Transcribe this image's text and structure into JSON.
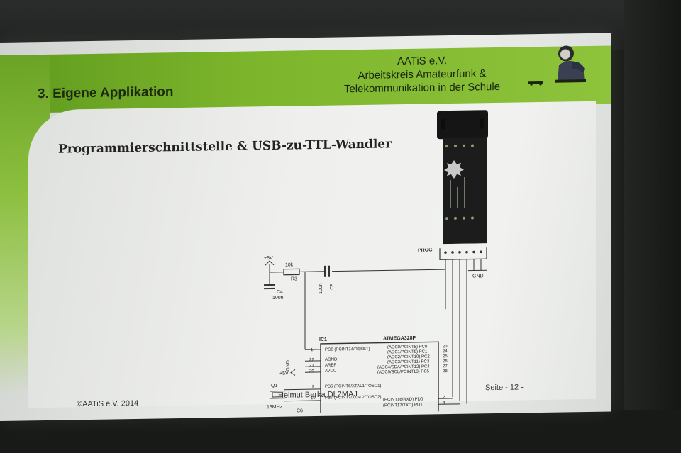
{
  "slide": {
    "section_title": "3. Eigene Applikation",
    "org_line1": "AATiS e.V.",
    "org_line2": "Arbeitskreis Amateurfunk &",
    "org_line3": "Telekommunikation in der Schule",
    "title": "Programmierschnittstelle & USB-zu-TTL-Wandler",
    "footer_left": "©AATiS e.V. 2014",
    "footer_mid": "Helmut Berka DL2MAJ",
    "footer_right": "Seite - 12 -"
  },
  "schematic": {
    "plus5v_top": "+5V",
    "r3_value": "10k",
    "r3_name": "R3",
    "c4_name": "C4",
    "c4_value": "100n",
    "c5_value": "100n",
    "c5_name": "C5",
    "prog_label": "PROG",
    "gnd_label": "GND",
    "ic_name": "IC1",
    "ic_part": "ATMEGA328P",
    "gnd_small": "GND",
    "plus5v_left": "+5V",
    "q1": "Q1",
    "crystal": "16MHz",
    "c6": "C6",
    "pins_left": [
      {
        "num": "1",
        "label": "PC6 (PCINT14/RESET)"
      },
      {
        "num": "22",
        "label": "AGND"
      },
      {
        "num": "21",
        "label": "AREF"
      },
      {
        "num": "20",
        "label": "AVCC"
      },
      {
        "num": "9",
        "label": "PB6 (PCINT6/XTAL1/TOSC1)"
      },
      {
        "num": "10",
        "label": "PB7 (PCINT7/XTAL2/TOSC2)"
      }
    ],
    "pins_right": [
      {
        "num": "23",
        "label": "(ADC0/PCINT8) PC0"
      },
      {
        "num": "24",
        "label": "(ADC1/PCINT9) PC1"
      },
      {
        "num": "25",
        "label": "(ADC2/PCINT10) PC2"
      },
      {
        "num": "26",
        "label": "(ADC3/PCINT11) PC3"
      },
      {
        "num": "27",
        "label": "(ADC4/SDA/PCINT12) PC4"
      },
      {
        "num": "28",
        "label": "(ADC5/SCL/PCINT13) PC5"
      },
      {
        "num": "2",
        "label": "(PCINT16/RXD) PD0"
      },
      {
        "num": "3",
        "label": "(PCINT17/TXD) PD1"
      }
    ]
  }
}
